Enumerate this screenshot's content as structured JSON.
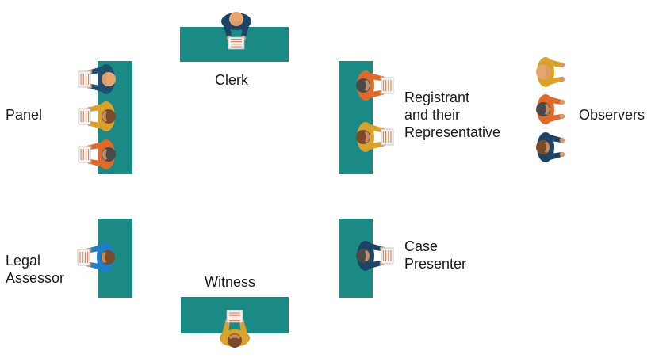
{
  "colors": {
    "table": "#1c8a84",
    "skin": "#d49a6a",
    "hair_light": "#e6a66c",
    "hair_dark": "#4a4a4a",
    "hair_brown": "#7a4a2a",
    "shirt_blue": "#1f4f6e",
    "shirt_orange": "#e06a2b",
    "shirt_gold": "#d9a22c",
    "shirt_navy": "#1c4466",
    "shirt_bright_blue": "#1e7fc8",
    "paper": "#f2f2f2",
    "paper_lines": "#e07840"
  },
  "labels": {
    "clerk": "Clerk",
    "panel": "Panel",
    "registrant": [
      "Registrant",
      "and their",
      "Representative"
    ],
    "observers": "Observers",
    "legal_assessor": [
      "Legal",
      "Assessor"
    ],
    "witness": "Witness",
    "case_presenter": [
      "Case",
      "Presenter"
    ]
  },
  "icons": {
    "person": "person-top-view-icon",
    "document": "document-icon"
  },
  "people": [
    {
      "role": "clerk",
      "shirt": "shirt_navy",
      "hair": "hair_light"
    },
    {
      "role": "panel",
      "shirt": "shirt_blue",
      "hair": "hair_light"
    },
    {
      "role": "panel",
      "shirt": "shirt_gold",
      "hair": "hair_brown"
    },
    {
      "role": "panel",
      "shirt": "shirt_orange",
      "hair": "hair_dark"
    },
    {
      "role": "registrant",
      "shirt": "shirt_orange",
      "hair": "hair_dark"
    },
    {
      "role": "representative",
      "shirt": "shirt_gold",
      "hair": "hair_brown"
    },
    {
      "role": "observer",
      "shirt": "shirt_gold",
      "hair": "hair_light"
    },
    {
      "role": "observer",
      "shirt": "shirt_orange",
      "hair": "hair_dark"
    },
    {
      "role": "observer",
      "shirt": "shirt_navy",
      "hair": "hair_brown"
    },
    {
      "role": "legal_assessor",
      "shirt": "shirt_bright_blue",
      "hair": "hair_brown"
    },
    {
      "role": "case_presenter",
      "shirt": "shirt_navy",
      "hair": "hair_dark"
    },
    {
      "role": "witness",
      "shirt": "shirt_gold",
      "hair": "hair_brown"
    }
  ]
}
